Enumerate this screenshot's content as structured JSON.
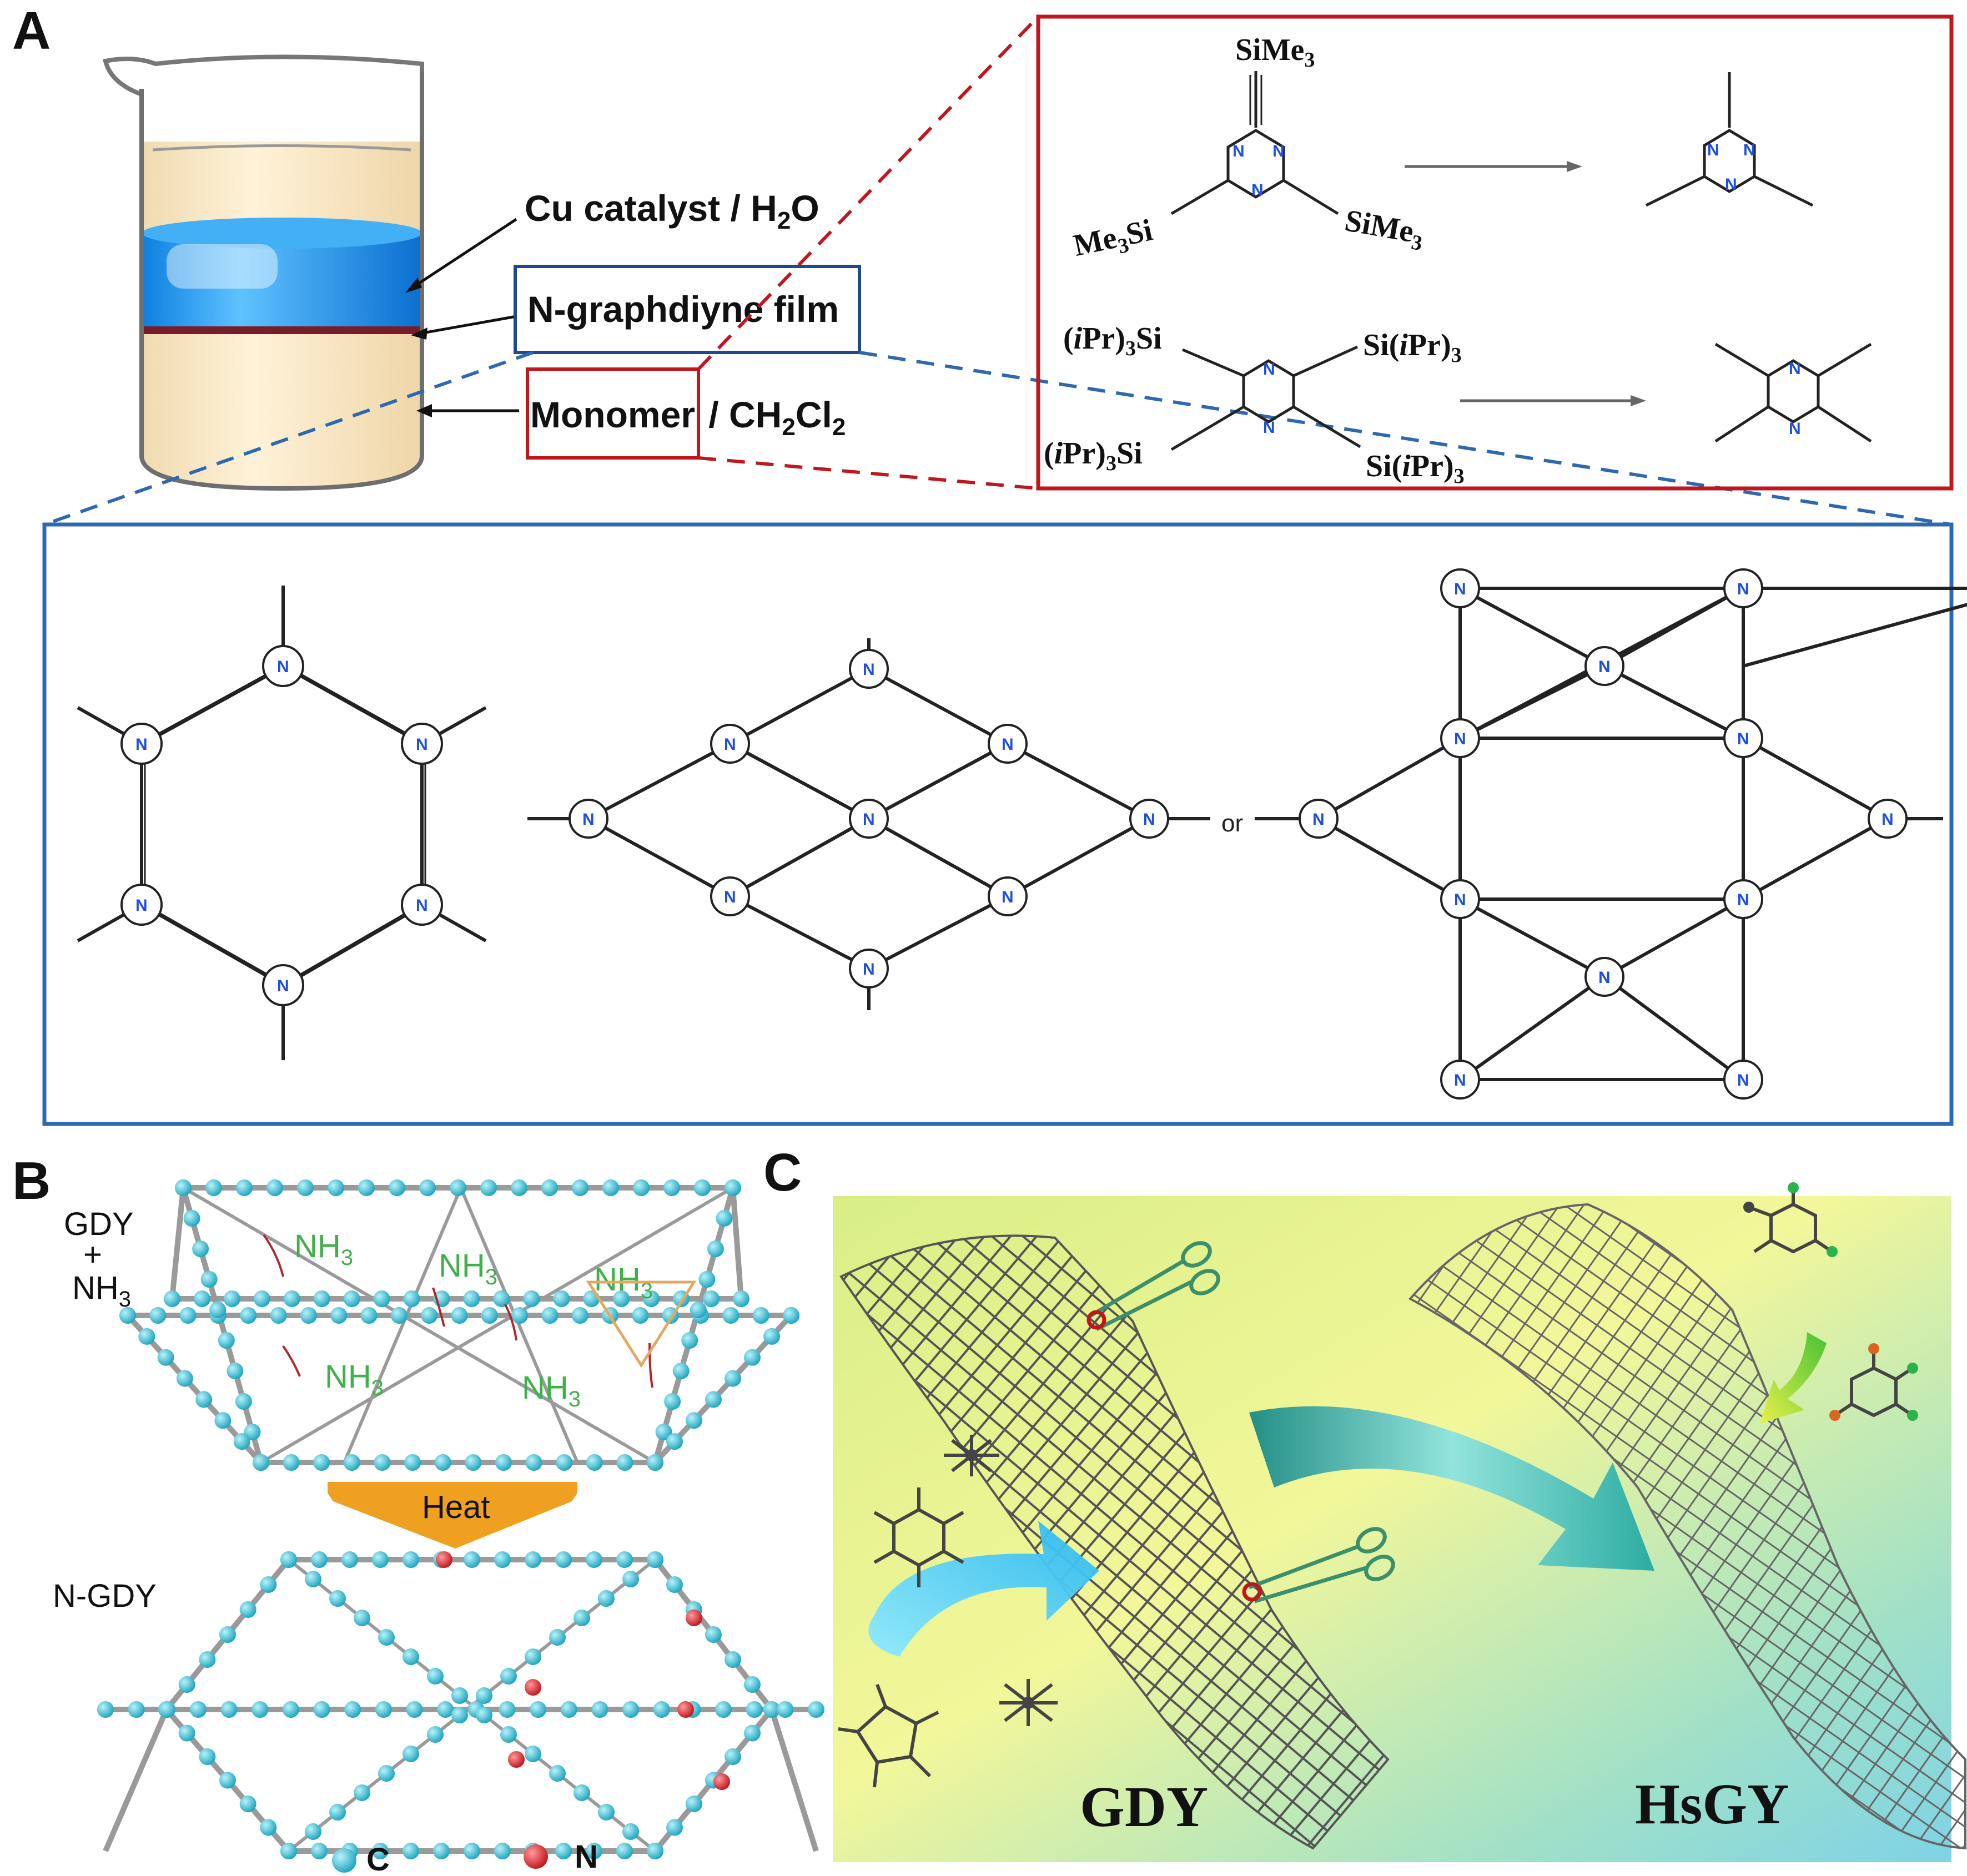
{
  "panels": {
    "a": "A",
    "b": "B",
    "c": "C"
  },
  "panel_a": {
    "labels": {
      "catalyst": "Cu catalyst / H",
      "catalyst_sub": "2",
      "catalyst_end": "O",
      "film": "N-graphdiyne film",
      "monomer": "Monomer",
      "monomer_rest": " / CH",
      "monomer_sub1": "2",
      "monomer_cl": "Cl",
      "monomer_sub2": "2"
    },
    "reaction_groups": {
      "sime3_top": "SiMe",
      "me3si": "Me",
      "me3si_end": "Si",
      "sime3_right": "SiMe",
      "sub3": "3",
      "ipr_left_top": "(",
      "ipr_i": "i",
      "ipr_pr": "Pr)",
      "ipr_si": "Si",
      "si_ipr": "Si(",
      "si_ipr_close": "Pr)"
    },
    "atom_label": "N",
    "or_label": "or"
  },
  "panel_b": {
    "gdy": "GDY",
    "plus": "+",
    "nh3": "NH",
    "nh3_sub": "3",
    "heat": "Heat",
    "ngdy": "N-GDY",
    "legend_c": "C",
    "legend_n": "N"
  },
  "panel_c": {
    "left_label": "GDY",
    "right_label": "HsGY"
  },
  "colors": {
    "red_frame": "#c0161c",
    "blue_frame": "#2d68b0",
    "water_blue": "#1e90e8",
    "organic": "#f8e6c4",
    "carbon_atom": "#2ab7cc",
    "nitrogen_atom": "#d11a1a",
    "nh3_green": "#3fb04a",
    "heat_arrow": "#f0a020"
  }
}
